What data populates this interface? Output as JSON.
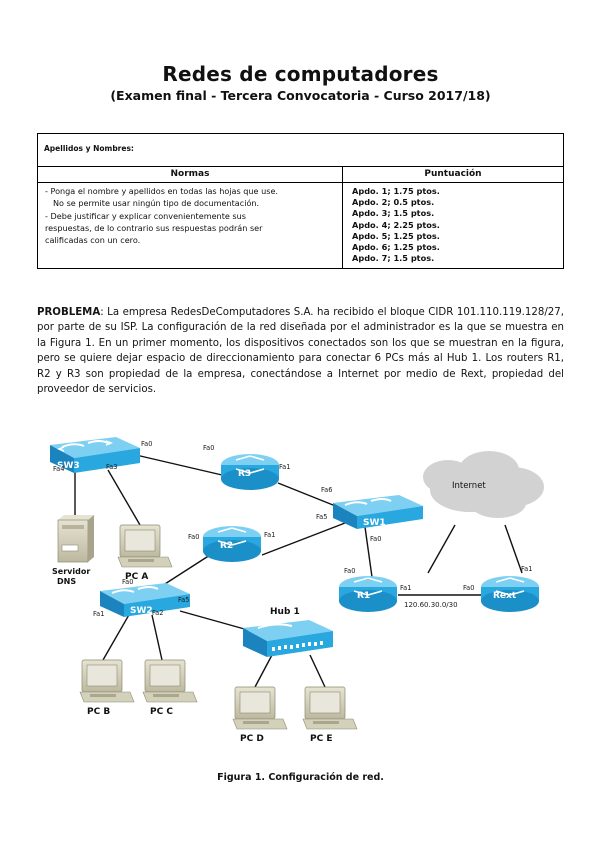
{
  "header": {
    "title": "Redes de computadores",
    "subtitle": "(Examen final - Tercera Convocatoria - Curso 2017/18)"
  },
  "table": {
    "name_field_label": "Apellidos y Nombres:",
    "columns": [
      "Normas",
      "Puntuación"
    ],
    "normas": [
      "- Ponga el nombre y apellidos en todas las hojas que use.",
      "No se permite usar ningún tipo de documentación.",
      "- Debe justificar y explicar convenientemente sus",
      "respuestas, de lo contrario sus respuestas podrán ser",
      "calificadas con un cero."
    ],
    "puntuacion": [
      "Apdo. 1; 1.75 ptos.",
      "Apdo. 2; 0.5 ptos.",
      "Apdo. 3; 1.5 ptos.",
      "Apdo. 4; 2.25 ptos.",
      "Apdo. 5; 1.25 ptos.",
      "Apdo. 6; 1.25 ptos.",
      "Apdo. 7; 1.5 ptos."
    ]
  },
  "problem": {
    "label": "PROBLEMA",
    "text": ": La empresa RedesDeComputadores S.A. ha recibido el bloque CIDR 101.110.119.128/27, por parte de su ISP. La configuración de la red diseñada por el administrador es la que se muestra en la Figura 1. En un primer momento, los dispositivos conectados son los que se muestran en la figura, pero se quiere dejar espacio de direccionamiento para conectar 6 PCs más al Hub 1. Los routers R1, R2 y R3 son propiedad de la empresa, conectándose a Internet por medio de Rext, propiedad del proveedor de servicios."
  },
  "figure": {
    "caption": "Figura 1. Configuración de red.",
    "devices": {
      "sw3": "SW3",
      "sw1": "SW1",
      "sw2": "SW2",
      "hub1": "Hub 1",
      "r1": "R1",
      "r2": "R2",
      "r3": "R3",
      "rext": "Rext",
      "internet": "Internet",
      "dns": "Servidor\nDNS",
      "dns_l1": "Servidor",
      "dns_l2": "DNS",
      "pc_a": "PC A",
      "pc_b": "PC B",
      "pc_c": "PC C",
      "pc_d": "PC D",
      "pc_e": "PC E"
    },
    "ports": {
      "sw3_fa0": "Fa0",
      "sw3_fa4": "Fa4",
      "sw3_fa3": "Fa3",
      "r3_fa0": "Fa0",
      "r3_fa1": "Fa1",
      "sw1_fa6": "Fa6",
      "sw1_fa5": "Fa5",
      "sw1_fa0": "Fa0",
      "r2_fa1": "Fa1",
      "r2_fa0": "Fa0",
      "sw2_fa0": "Fa0",
      "sw2_fa5": "Fa5",
      "sw2_fa1": "Fa1",
      "sw2_fa2": "Fa2",
      "r1_fa0": "Fa0",
      "r1_fa1": "Fa1",
      "rext_fa0": "Fa0",
      "rext_fa1": "Fa1"
    },
    "network_label": "120.60.30.0/30"
  },
  "colors": {
    "device_blue": "#29a8e0",
    "device_blue_dark": "#1b7fae",
    "pc_beige": "#cfccb4",
    "cloud_gray": "#cfcfcf",
    "line": "#111111"
  }
}
